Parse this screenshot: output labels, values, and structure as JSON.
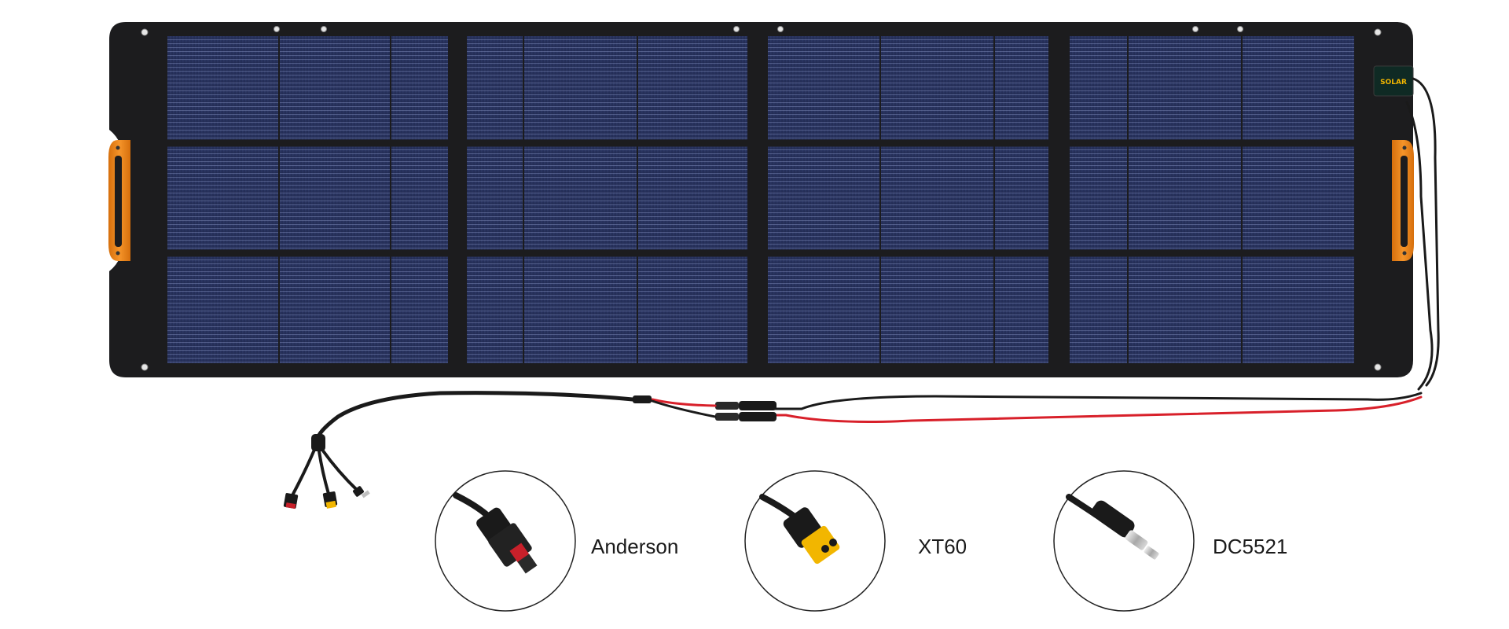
{
  "product": {
    "type": "foldable solar panel",
    "panel_count": 4,
    "frame_color": "#1c1c1e",
    "cell_color": "#2b3560",
    "handle_color": "#f08a1c",
    "junction_box_text": "SOLAR"
  },
  "cables": {
    "positive_color": "#d8202a",
    "negative_color": "#1a1a1a"
  },
  "connectors": [
    {
      "name": "Anderson",
      "icon": "anderson-connector-icon",
      "accent_color": "#c8202a"
    },
    {
      "name": "XT60",
      "icon": "xt60-connector-icon",
      "accent_color": "#f2b600"
    },
    {
      "name": "DC5521",
      "icon": "dc5521-connector-icon",
      "accent_color": "#bfbfbf"
    }
  ]
}
